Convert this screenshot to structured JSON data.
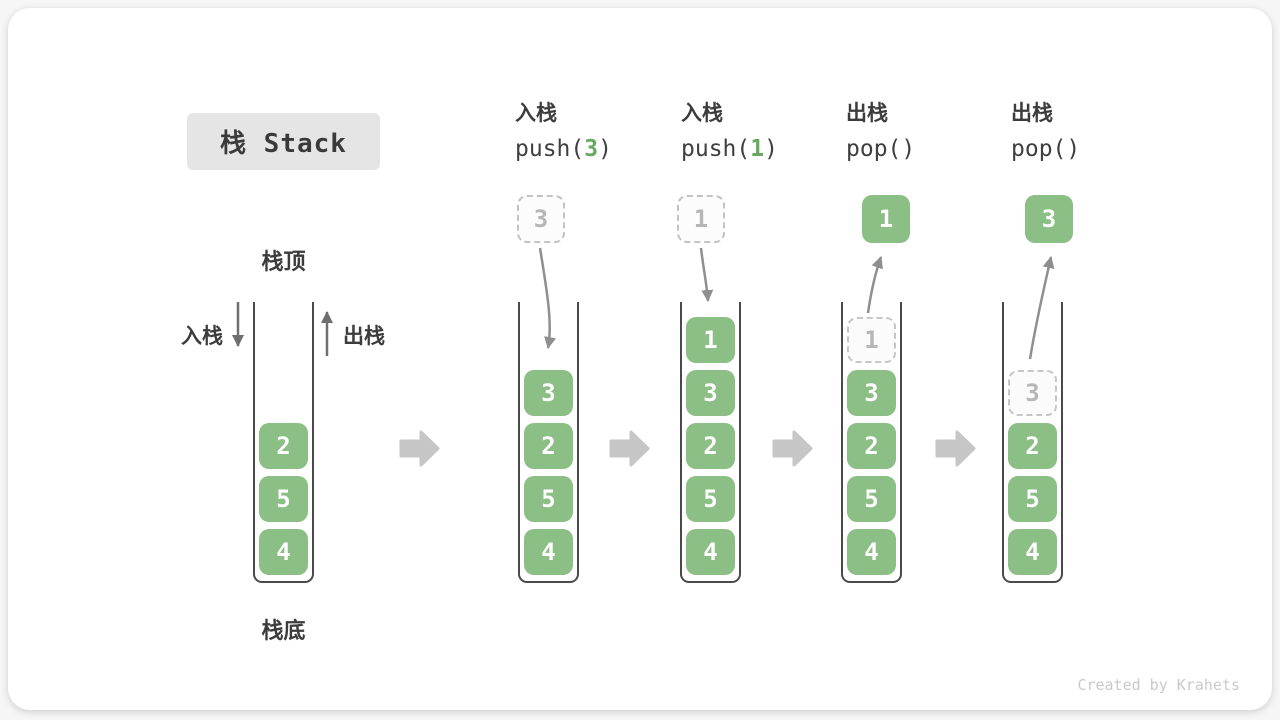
{
  "title": "栈 Stack",
  "watermark": "Created by Krahets",
  "colors": {
    "block_green": "#8cbf85",
    "code_arg_green": "#69a861",
    "title_box_bg": "#e5e5e5",
    "text_dark": "#3c3c3c",
    "curve_arrow_gray": "#8f8f8f",
    "straight_arrow_gray": "#6f6f6f",
    "block_arrow_gray": "#c6c6c6",
    "ghost_border": "#c6c6c6",
    "ghost_text": "#b6b6b6",
    "stack_wall": "#4a4a4a"
  },
  "side_labels": {
    "stack_top": "栈顶",
    "stack_bottom": "栈底",
    "push": "入栈",
    "pop": "出栈"
  },
  "operations": [
    {
      "name": "入栈",
      "code_prefix": "push(",
      "code_arg": "3",
      "code_suffix": ")"
    },
    {
      "name": "入栈",
      "code_prefix": "push(",
      "code_arg": "1",
      "code_suffix": ")"
    },
    {
      "name": "出栈",
      "code_prefix": "pop(",
      "code_arg": "",
      "code_suffix": ")"
    },
    {
      "name": "出栈",
      "code_prefix": "pop(",
      "code_arg": "",
      "code_suffix": ")"
    }
  ],
  "stacks": {
    "s1": {
      "blocks": [
        "2",
        "5",
        "4"
      ]
    },
    "s2": {
      "blocks": [
        "3",
        "2",
        "5",
        "4"
      ],
      "incoming": "3"
    },
    "s3": {
      "blocks": [
        "1",
        "3",
        "2",
        "5",
        "4"
      ],
      "incoming": "1"
    },
    "s4": {
      "ghost": "1",
      "blocks": [
        "3",
        "2",
        "5",
        "4"
      ],
      "outgoing": "1"
    },
    "s5": {
      "ghost": "3",
      "blocks": [
        "2",
        "5",
        "4"
      ],
      "outgoing": "3"
    }
  }
}
